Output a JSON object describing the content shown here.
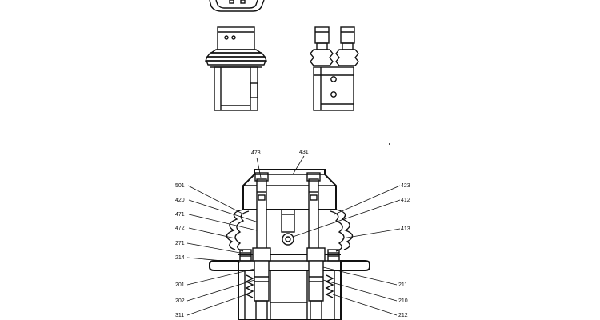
{
  "callouts": {
    "p473": "473",
    "p431": "431",
    "p501": "501",
    "p420": "420",
    "p471": "471",
    "p472": "472",
    "p271": "271",
    "p214": "214",
    "p201": "201",
    "p202": "202",
    "p311": "311",
    "p423": "423",
    "p412": "412",
    "p413": "413",
    "p211": "211",
    "p210": "210",
    "p212": "212"
  }
}
